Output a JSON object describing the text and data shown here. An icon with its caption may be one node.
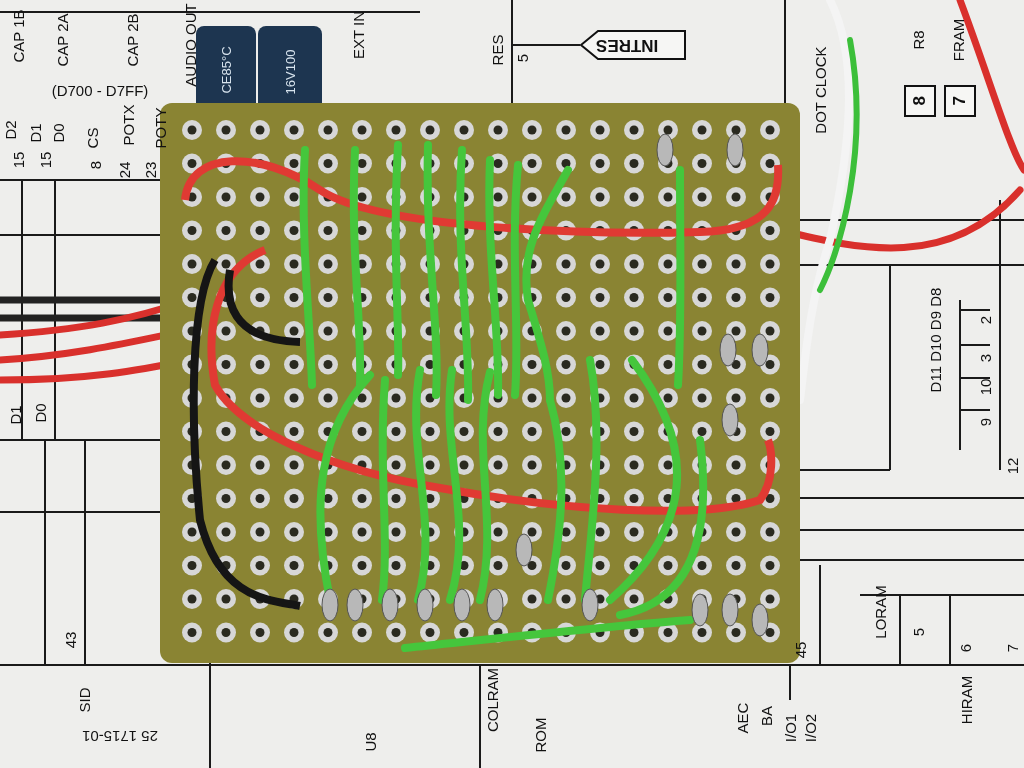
{
  "diagram": {
    "nodes": [
      {
        "text": [
          "INTRES"
        ]
      },
      {
        "text": [
          "8"
        ]
      },
      {
        "text": [
          "7"
        ]
      }
    ],
    "labels": [
      "CAP 1B",
      "CAP 2A",
      "CAP 2B",
      "AUDIO OUT",
      "CE85°C",
      "16V100",
      "EXT IN",
      "RES",
      "5",
      "DOT CLOCK",
      "R8",
      "FRAM",
      "(D700 - D7FF)",
      "D2",
      "D1",
      "D0",
      "CS",
      "POTX",
      "POTY",
      "15",
      "15",
      "8",
      "24",
      "23",
      "D11 D10 D9 D8",
      "2",
      "3",
      "10",
      "9",
      "12",
      "D1",
      "D0",
      "43",
      "LORAM",
      "5",
      "45",
      "6",
      "7",
      "SID",
      "25 1715-01",
      "U8",
      "COLRAM",
      "ROM",
      "AEC",
      "BA",
      "I/O1",
      "I/O2",
      "HIRAM"
    ]
  }
}
